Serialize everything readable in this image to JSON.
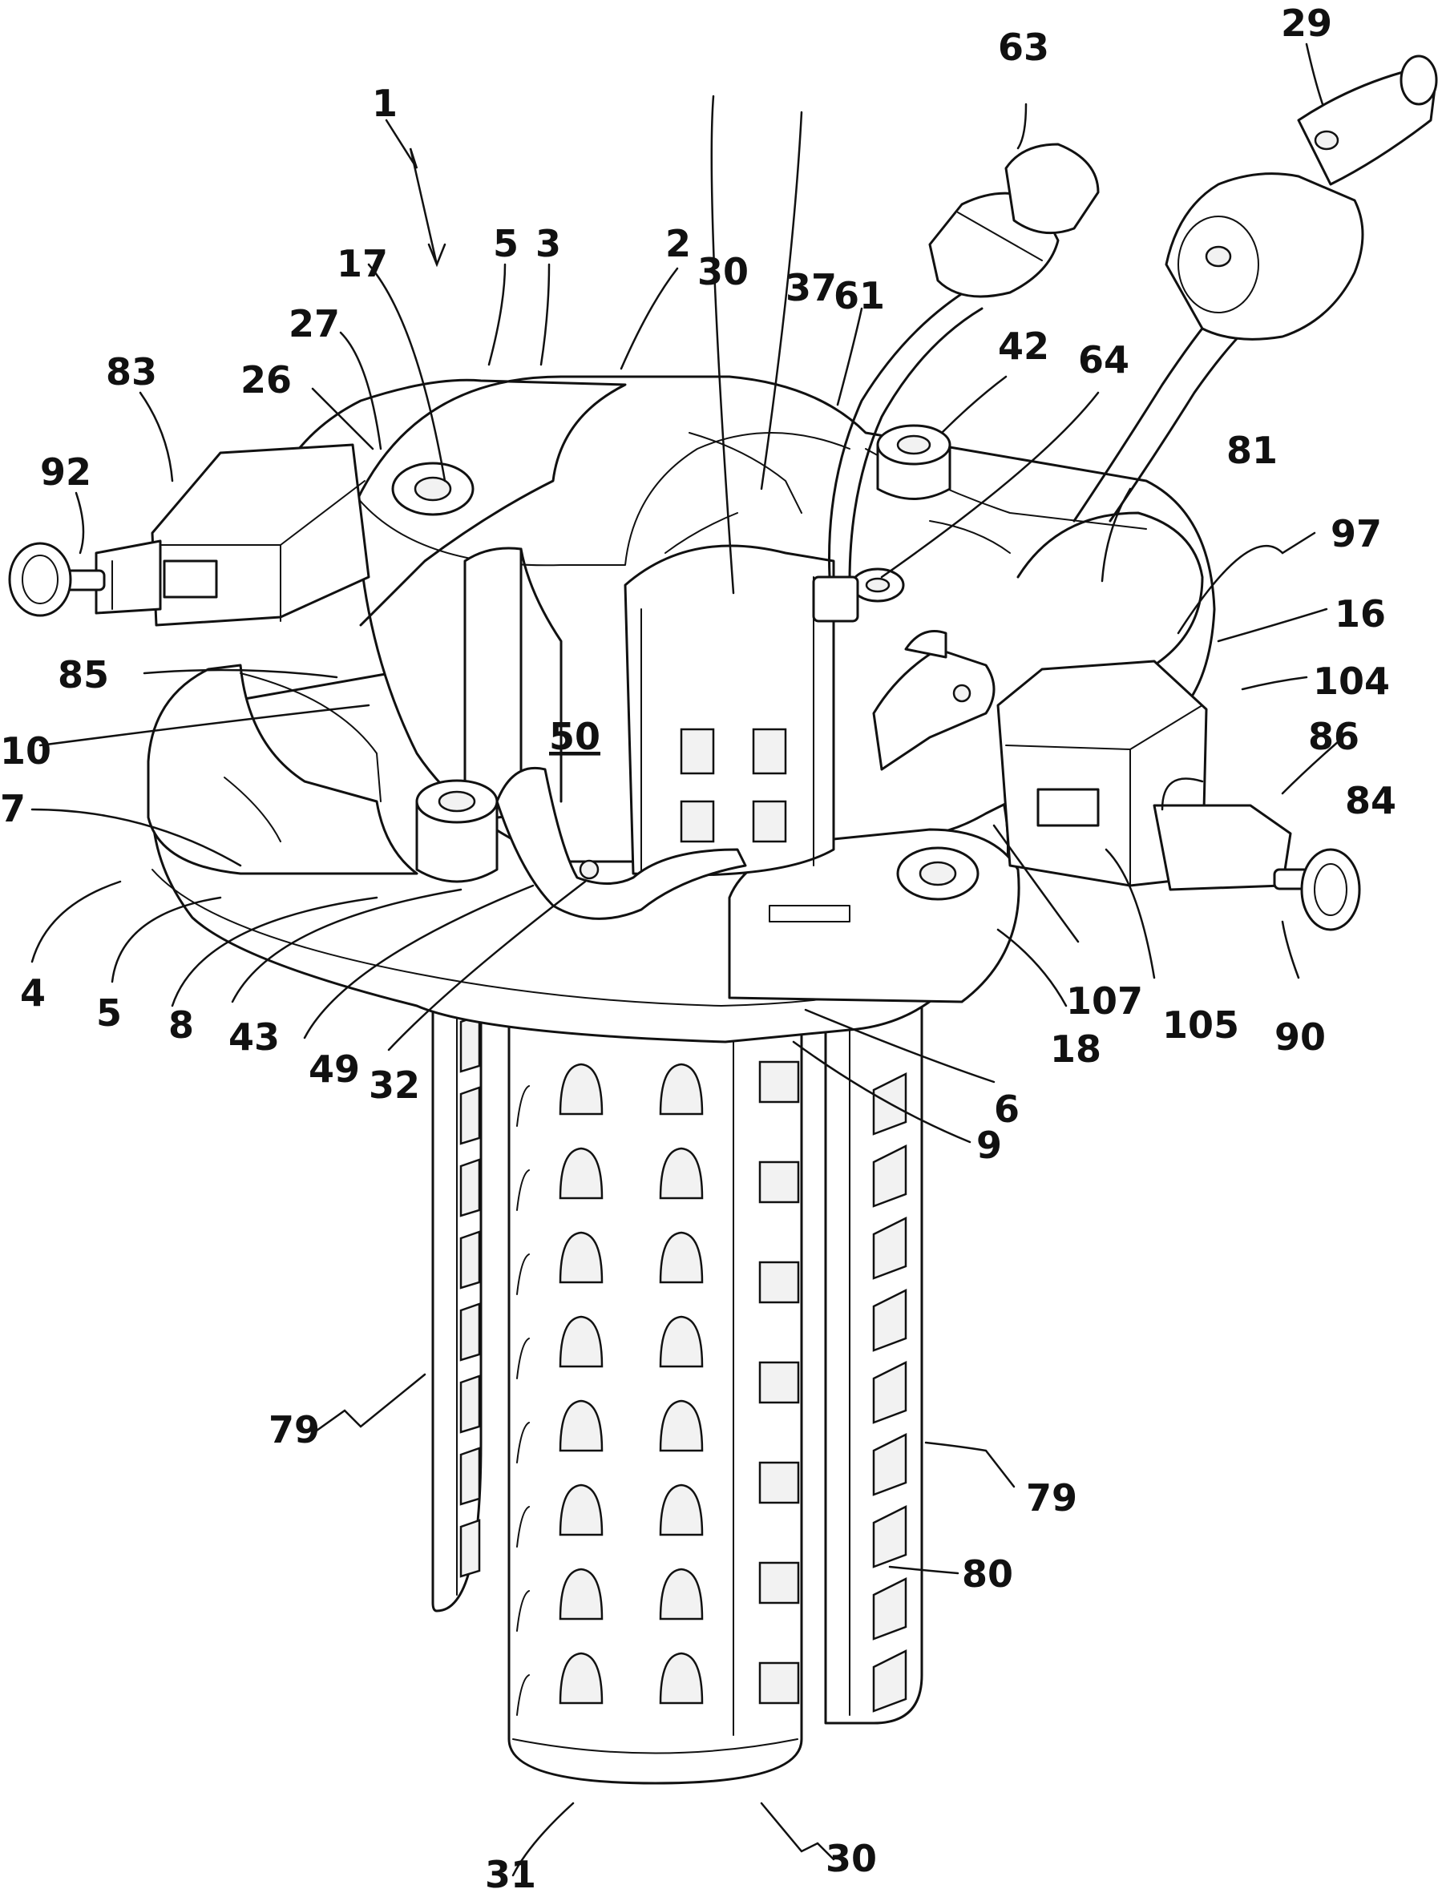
{
  "figure": {
    "labels": [
      {
        "id": "1",
        "text": "1"
      },
      {
        "id": "63",
        "text": "63"
      },
      {
        "id": "29",
        "text": "29"
      },
      {
        "id": "5a",
        "text": "5"
      },
      {
        "id": "3",
        "text": "3"
      },
      {
        "id": "2",
        "text": "2"
      },
      {
        "id": "30a",
        "text": "30"
      },
      {
        "id": "37",
        "text": "37"
      },
      {
        "id": "61",
        "text": "61"
      },
      {
        "id": "17",
        "text": "17"
      },
      {
        "id": "27",
        "text": "27"
      },
      {
        "id": "42",
        "text": "42"
      },
      {
        "id": "64",
        "text": "64"
      },
      {
        "id": "83",
        "text": "83"
      },
      {
        "id": "26",
        "text": "26"
      },
      {
        "id": "81",
        "text": "81"
      },
      {
        "id": "92",
        "text": "92"
      },
      {
        "id": "97",
        "text": "97"
      },
      {
        "id": "16",
        "text": "16"
      },
      {
        "id": "104",
        "text": "104"
      },
      {
        "id": "85",
        "text": "85"
      },
      {
        "id": "50",
        "text": "50"
      },
      {
        "id": "86",
        "text": "86"
      },
      {
        "id": "10",
        "text": "10"
      },
      {
        "id": "84",
        "text": "84"
      },
      {
        "id": "7",
        "text": "7"
      },
      {
        "id": "4",
        "text": "4"
      },
      {
        "id": "107",
        "text": "107"
      },
      {
        "id": "105",
        "text": "105"
      },
      {
        "id": "90",
        "text": "90"
      },
      {
        "id": "5b",
        "text": "5"
      },
      {
        "id": "8",
        "text": "8"
      },
      {
        "id": "43",
        "text": "43"
      },
      {
        "id": "18",
        "text": "18"
      },
      {
        "id": "49",
        "text": "49"
      },
      {
        "id": "32",
        "text": "32"
      },
      {
        "id": "6",
        "text": "6"
      },
      {
        "id": "9",
        "text": "9"
      },
      {
        "id": "79a",
        "text": "79"
      },
      {
        "id": "79b",
        "text": "79"
      },
      {
        "id": "80",
        "text": "80"
      },
      {
        "id": "31",
        "text": "31"
      },
      {
        "id": "30b",
        "text": "30"
      }
    ]
  }
}
